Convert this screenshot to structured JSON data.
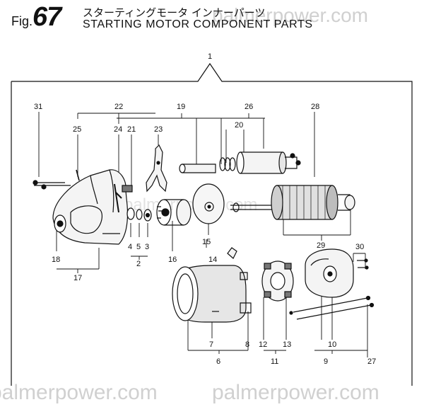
{
  "header": {
    "fig_prefix": "Fig.",
    "fig_number": "67",
    "title_jp": "スターティングモータ インナーパーツ",
    "title_en": "STARTING MOTOR COMPONENT PARTS"
  },
  "watermark": {
    "text_top": "palmerpower.com",
    "text_mid": "palmerpower.com",
    "text_bottom_left": "palmerpower.com",
    "text_bottom_right": "palmerpower.com"
  },
  "callouts": {
    "c1": "1",
    "c2": "2",
    "c3": "3",
    "c4": "4",
    "c5": "5",
    "c6": "6",
    "c7": "7",
    "c8": "8",
    "c9": "9",
    "c10": "10",
    "c11": "11",
    "c12": "12",
    "c13": "13",
    "c14": "14",
    "c15": "15",
    "c16": "16",
    "c17": "17",
    "c18": "18",
    "c19": "19",
    "c20": "20",
    "c21": "21",
    "c22": "22",
    "c23": "23",
    "c24": "24",
    "c25": "25",
    "c26": "26",
    "c27": "27",
    "c28": "28",
    "c29": "29",
    "c30": "30",
    "c31": "31"
  }
}
